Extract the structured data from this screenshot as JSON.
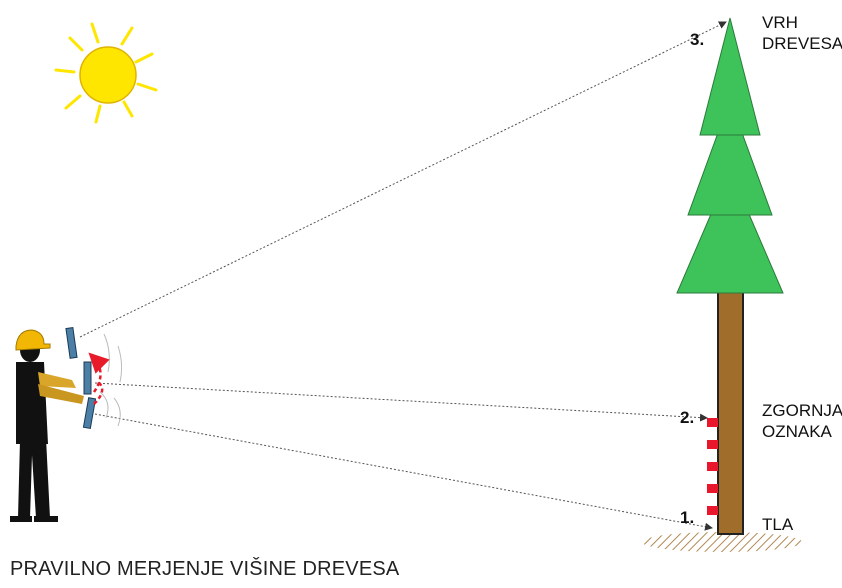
{
  "labels": {
    "top": {
      "line1": "VRH",
      "line2": "DREVESA"
    },
    "mark": {
      "line1": "ZGORNJA",
      "line2": "OZNAKA"
    },
    "ground": "TLA"
  },
  "steps": {
    "s1": "1.",
    "s2": "2.",
    "s3": "3."
  },
  "caption": "PRAVILNO MERJENJE VIŠINE DREVESA",
  "colors": {
    "sun": "#ffe600",
    "sun_outline": "#e0b400",
    "foliage": "#3ec35a",
    "trunk": "#a06d2b",
    "marks": "#e8172b",
    "ground_hatch": "#b08850",
    "figure": "#111111",
    "helmet": "#f2b705",
    "arm": "#d9a62a",
    "tablet": "#4b7fa6",
    "sight_line": "#666666",
    "rotation_arrow": "#e81b2b"
  },
  "icons": [
    "sun-icon",
    "tree-icon",
    "person-icon",
    "tablet-icon",
    "rotation-arrow-icon"
  ]
}
